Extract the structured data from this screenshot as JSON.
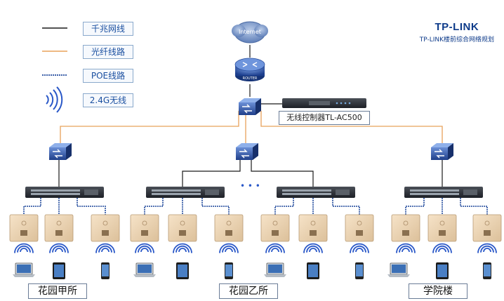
{
  "legend": {
    "gigabit": "千兆网线",
    "fiber": "光纤线路",
    "poe": "POE线路",
    "wireless": "2.4G无线"
  },
  "brand": {
    "logo": "TP-LINK",
    "subtitle": "TP-LINK楼前综合网络规划"
  },
  "internet_label": "Internet",
  "router_label": "ROUTER",
  "controller_label": "无线控制器TL-AC500",
  "sites": [
    "花园甲所",
    "花园乙所",
    "学院楼"
  ],
  "ellipsis": "• • •",
  "colors": {
    "gigabit": "#1a1a1a",
    "fiber": "#e8a25a",
    "poe": "#3b5fa8",
    "accent": "#1a4fa0"
  }
}
